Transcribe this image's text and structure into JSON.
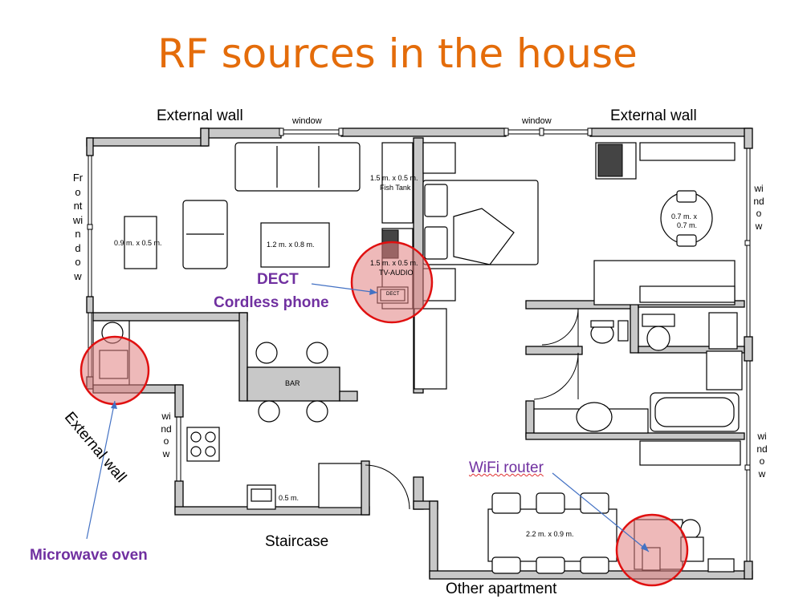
{
  "title": "RF sources in the house",
  "walls": {
    "top_left": "External wall",
    "top_right": "External wall",
    "left_diag": "External wall",
    "bottom": "Other apartment",
    "staircase": "Staircase"
  },
  "windows": {
    "top_left": "window",
    "top_right": "window",
    "front": "Front window",
    "kitchen": "window",
    "right_upper": "window",
    "right_lower": "window"
  },
  "dimensions": {
    "table_left": "0.9 m. x 0.5 m.",
    "coffee_table": "1.2 m. x 0.8 m.",
    "fish_tank": "1.5 m. x 0.5 m.",
    "fish_tank_label": "Fish Tank",
    "tv_audio": "1.5 m. x 0.5 m.",
    "tv_audio_label": "TV-AUDIO",
    "dect_unit": "DECT",
    "round_table_a": "0.7 m. x",
    "round_table_b": "0.7 m.",
    "bar": "BAR",
    "sink": "0.5 m.",
    "dining_table": "2.2 m. x 0.9 m."
  },
  "rf_sources": {
    "dect_line1": "DECT",
    "dect_line2": "Cordless phone",
    "wifi": "WiFi router",
    "microwave": "Microwave oven"
  },
  "colors": {
    "title": "#e46c0a",
    "label": "#7030a0",
    "highlight_stroke": "#e01010",
    "highlight_fill": "#e08080"
  }
}
